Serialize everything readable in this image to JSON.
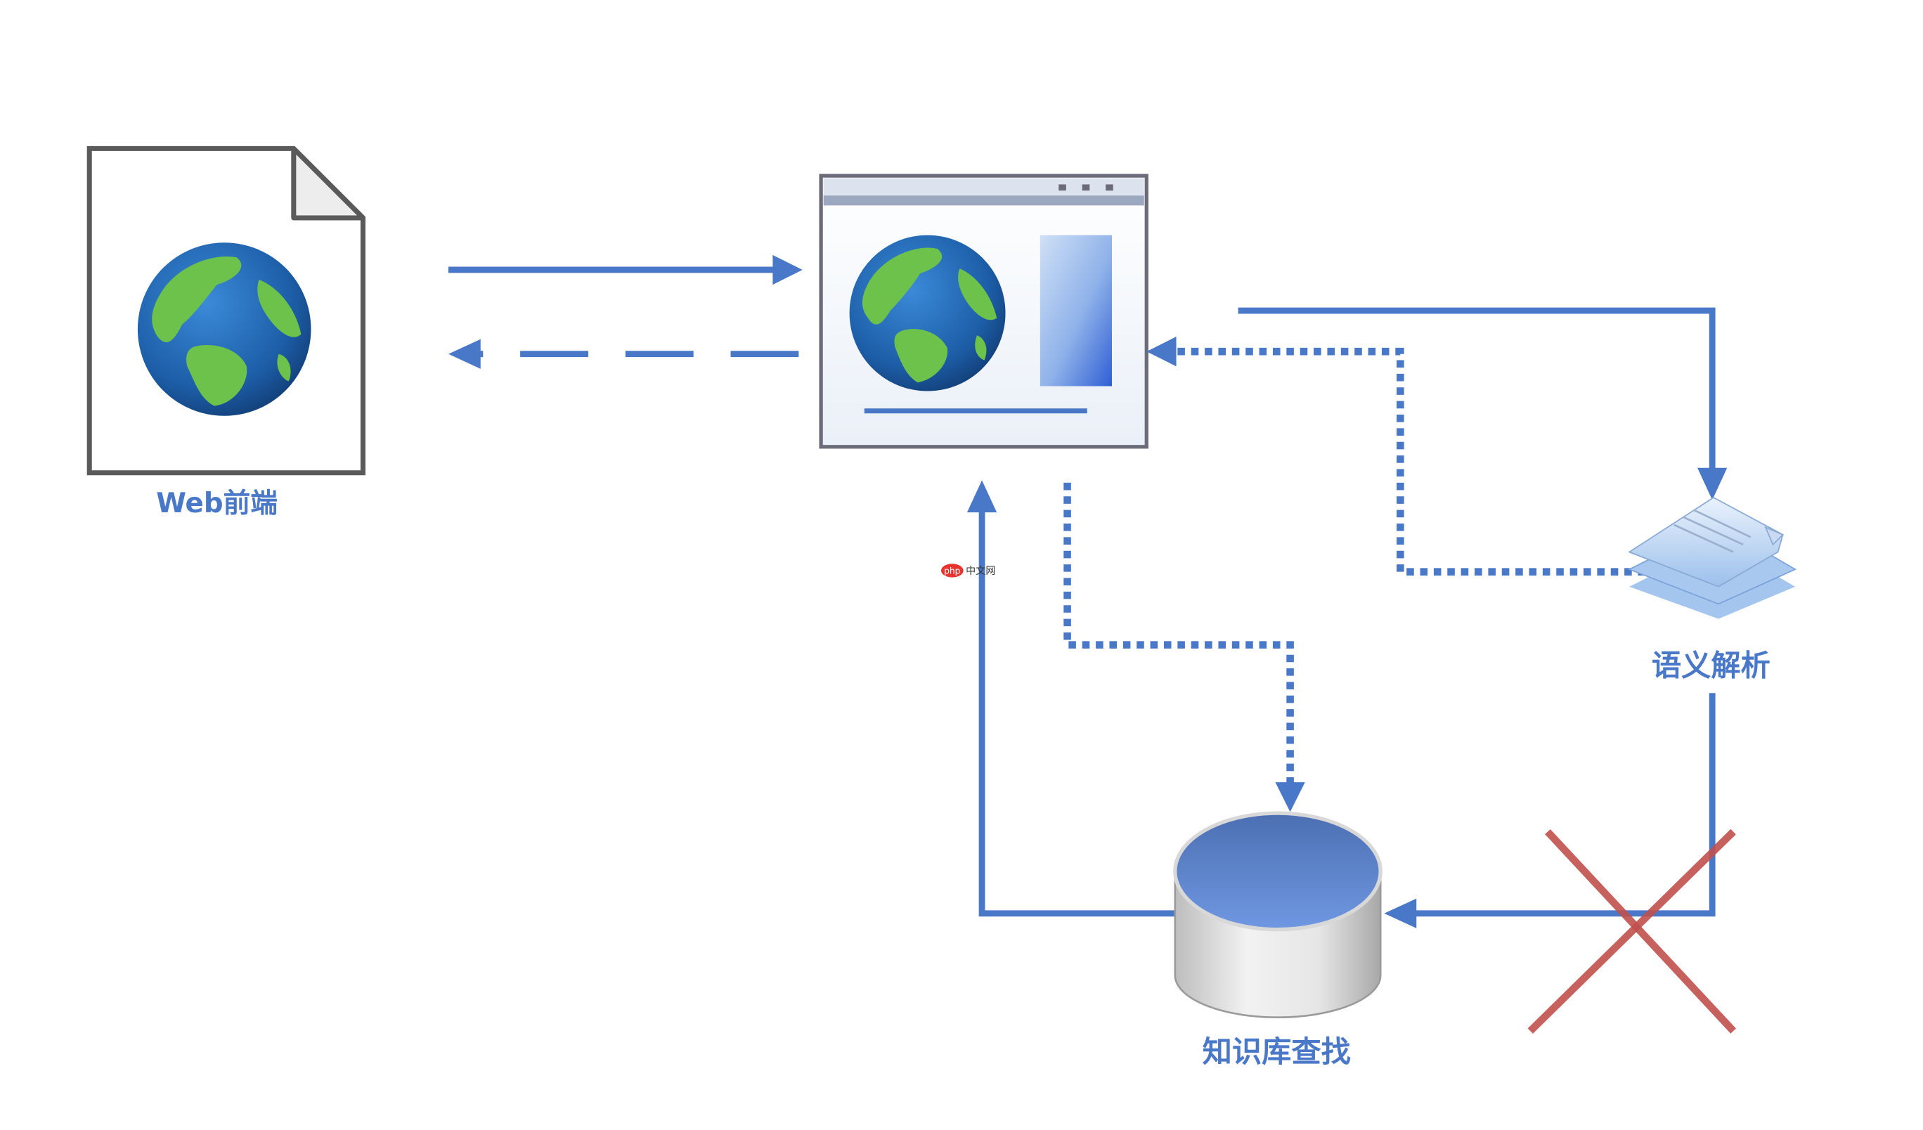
{
  "nodes": {
    "web_frontend": {
      "label": "Web前端",
      "icon": "web-document-globe-icon"
    },
    "web_server": {
      "icon": "browser-window-globe-icon"
    },
    "semantic_parsing": {
      "label": "语义解析",
      "icon": "stacked-documents-icon"
    },
    "knowledge_base": {
      "label": "知识库查找",
      "icon": "database-cylinder-icon"
    }
  },
  "watermark": {
    "badge": "php",
    "text": "中文网"
  },
  "colors": {
    "arrow": "#4A78C8",
    "label": "#4A78C8",
    "cross": "#C0504D",
    "ocean": "#1F5FA6",
    "land": "#6CC24A",
    "frame": "#6B6B7A"
  }
}
